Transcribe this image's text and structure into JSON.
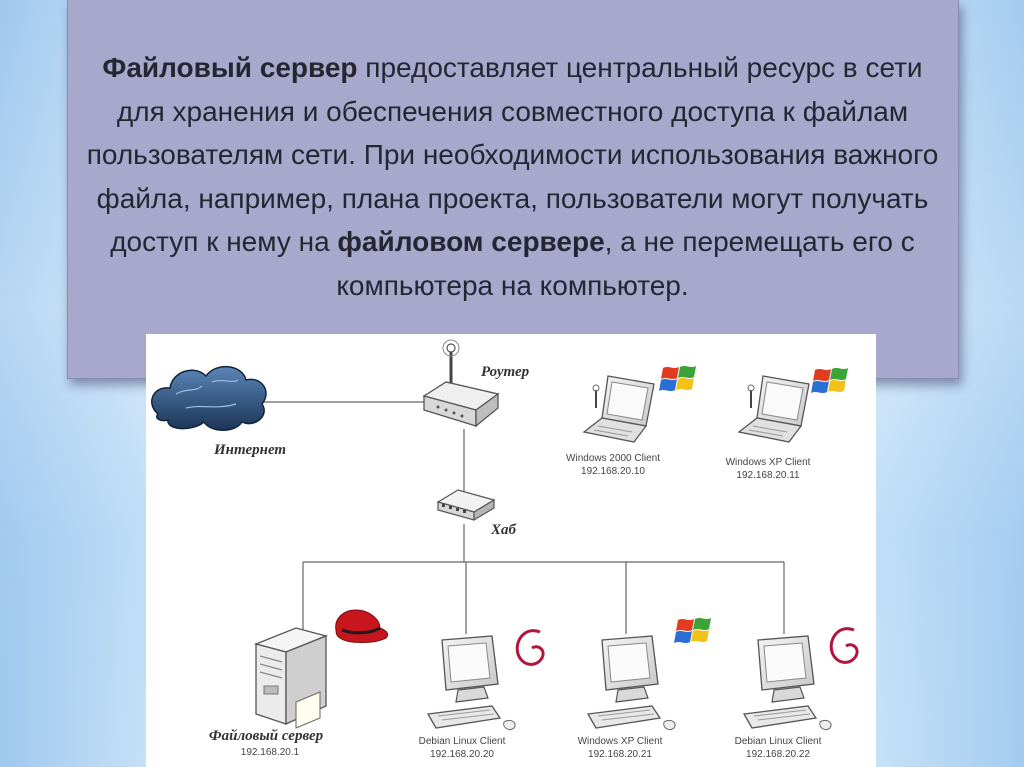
{
  "slide": {
    "paragraph": {
      "p1_bold": "Файловый сервер",
      "p1_rest": " предоставляет центральный ресурс в сети для хранения и обеспечения совместного доступа к файлам пользователям сети. При необходимости использования важного файла, например, плана проекта, пользователи могут получать доступ к нему на ",
      "p2_bold": "файловом сервере",
      "p2_rest": ", а не перемещать его с компьютера на компьютер."
    }
  },
  "diagram": {
    "internet_label": "Интернет",
    "router_label": "Роутер",
    "hub_label": "Хаб",
    "file_server": {
      "label": "Файловый сервер",
      "ip": "192.168.20.1"
    },
    "top_clients": [
      {
        "name": "Windows 2000 Client",
        "ip": "192.168.20.10"
      },
      {
        "name": "Windows XP Client",
        "ip": "192.168.20.11"
      }
    ],
    "bottom_clients": [
      {
        "name": "Debian Linux Client",
        "ip": "192.168.20.20"
      },
      {
        "name": "Windows XP Client",
        "ip": "192.168.20.21"
      },
      {
        "name": "Debian Linux Client",
        "ip": "192.168.20.22"
      }
    ],
    "colors": {
      "slide_box": "#a7a8cc",
      "text": "#262633",
      "cloud": "#2a4a6e",
      "redhat": "#c8161e",
      "debian": "#b0163a"
    }
  }
}
